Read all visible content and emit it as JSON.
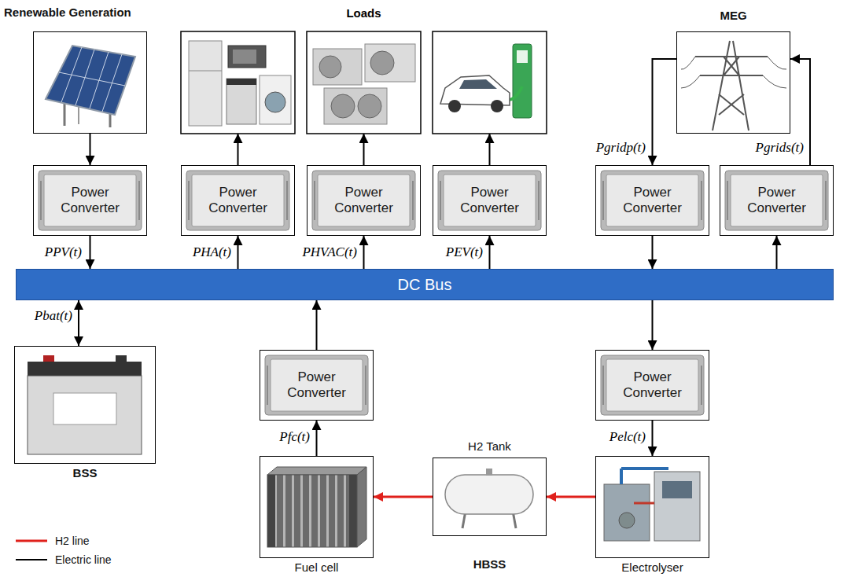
{
  "diagram": {
    "nodes": [
      {
        "text": [
          "Renewable Generation"
        ]
      },
      {
        "text": [
          "MEG"
        ]
      },
      {
        "text": [
          "Power Converter"
        ]
      },
      {
        "text": [
          "Power Converter"
        ]
      },
      {
        "text": [
          "Power Converter"
        ]
      },
      {
        "text": [
          "Power Converter"
        ]
      },
      {
        "text": [
          "Power Converter"
        ]
      },
      {
        "text": [
          "Power Converter"
        ]
      },
      {
        "text": [
          "DC Bus"
        ]
      },
      {
        "text": [
          "BSS"
        ]
      },
      {
        "text": [
          "Power Converter"
        ]
      },
      {
        "text": [
          "Power Converter"
        ]
      },
      {
        "text": [
          "Fuel cell"
        ]
      },
      {
        "text": [
          "H2 Tank",
          "HBSS"
        ]
      },
      {
        "text": [
          "Electrolyser"
        ]
      }
    ],
    "edges": [
      {
        "from": 0,
        "to": 2,
        "arrow": "to"
      },
      {
        "from": 2,
        "to": 8,
        "label": "PPV(t)",
        "arrow": "to"
      },
      {
        "from": 8,
        "to": 3,
        "label": "PHA(t)",
        "arrow": "to"
      },
      {
        "from": 8,
        "to": 4,
        "label": "PHVAC(t)",
        "arrow": "to"
      },
      {
        "from": 8,
        "to": 5,
        "label": "PEV(t)",
        "arrow": "to"
      },
      {
        "from": 1,
        "to": 6,
        "label": "Pgridp(t)",
        "arrow": "to"
      },
      {
        "from": 6,
        "to": 8,
        "arrow": "to"
      },
      {
        "from": 8,
        "to": 7,
        "arrow": "to"
      },
      {
        "from": 7,
        "to": 1,
        "label": "Pgrids(t)",
        "arrow": "to"
      },
      {
        "from": 8,
        "to": 9,
        "label": "Pbat(t)",
        "arrow": "both"
      },
      {
        "from": 12,
        "to": 10,
        "label": "Pfc(t)",
        "arrow": "to"
      },
      {
        "from": 10,
        "to": 8,
        "arrow": "to"
      },
      {
        "from": 8,
        "to": 11,
        "arrow": "to"
      },
      {
        "from": 11,
        "to": 14,
        "label": "Pelc(t)",
        "arrow": "to"
      },
      {
        "from": 14,
        "to": 13,
        "arrow": "to"
      },
      {
        "from": 13,
        "to": 12,
        "arrow": "to"
      }
    ],
    "labels": [
      "Loads"
    ],
    "legend": [
      {
        "text": "H2 line"
      },
      {
        "text": "Electric line"
      }
    ]
  }
}
